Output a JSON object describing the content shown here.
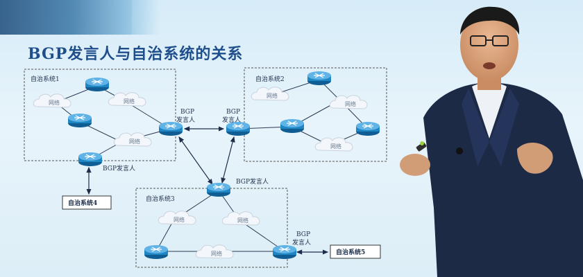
{
  "slide": {
    "title": "BGP发言人与自治系统的关系",
    "as_labels": {
      "as1": "自治系统1",
      "as2": "自治系统2",
      "as3": "自治系统3",
      "as4": "自治系统4",
      "as5": "自治系统5"
    },
    "speaker_labels": {
      "bgp_line1": "BGP",
      "speaker_line2": "发言人",
      "bgp_speaker": "BGP发言人"
    },
    "cloud_label": "网络"
  },
  "colors": {
    "title": "#1f4e8c",
    "router": "#1f86c4",
    "box_border": "#555555",
    "suit": "#1d2a45"
  },
  "icons": {
    "router": "router-icon",
    "cloud": "network-cloud-icon",
    "arrow": "bidirectional-arrow"
  }
}
